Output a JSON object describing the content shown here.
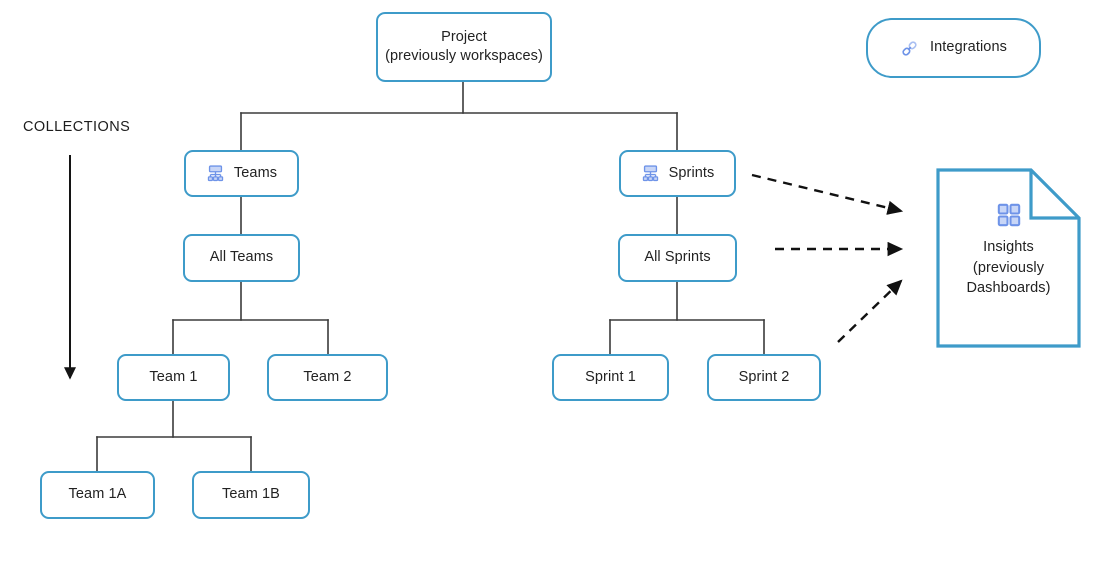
{
  "diagram": {
    "title_text": "COLLECTIONS",
    "colors": {
      "node_border": "#3E9BC9",
      "node_fill": "#FFFFFF",
      "connector": "#3b3b3b",
      "dashed_arrow": "#111111",
      "icon_blue": "#6E93E8",
      "icon_blue_light": "#A9BFF2",
      "text": "#222222"
    },
    "annotations": [
      {
        "name": "collections",
        "label": "COLLECTIONS",
        "arrow_direction": "down"
      }
    ],
    "nodes": [
      {
        "id": "project",
        "label": "Project\n(previously workspaces)",
        "icon": null,
        "shape": "rounded-rect"
      },
      {
        "id": "integrations",
        "label": "Integrations",
        "icon": "link-icon",
        "shape": "pill"
      },
      {
        "id": "teams",
        "label": "Teams",
        "icon": "hierarchy-icon",
        "shape": "rounded-rect"
      },
      {
        "id": "sprints",
        "label": "Sprints",
        "icon": "hierarchy-icon",
        "shape": "rounded-rect"
      },
      {
        "id": "all-teams",
        "label": "All Teams",
        "icon": null,
        "shape": "rounded-rect"
      },
      {
        "id": "all-sprints",
        "label": "All Sprints",
        "icon": null,
        "shape": "rounded-rect"
      },
      {
        "id": "team-1",
        "label": "Team 1",
        "icon": null,
        "shape": "rounded-rect"
      },
      {
        "id": "team-2",
        "label": "Team 2",
        "icon": null,
        "shape": "rounded-rect"
      },
      {
        "id": "sprint-1",
        "label": "Sprint 1",
        "icon": null,
        "shape": "rounded-rect"
      },
      {
        "id": "sprint-2",
        "label": "Sprint 2",
        "icon": null,
        "shape": "rounded-rect"
      },
      {
        "id": "team-1a",
        "label": "Team 1A",
        "icon": null,
        "shape": "rounded-rect"
      },
      {
        "id": "team-1b",
        "label": "Team 1B",
        "icon": null,
        "shape": "rounded-rect"
      },
      {
        "id": "insights",
        "label": "Insights\n(previously\nDashboards)",
        "icon": "dashboard-grid-icon",
        "shape": "document"
      }
    ],
    "edges": [
      {
        "from": "project",
        "to": "teams",
        "style": "solid"
      },
      {
        "from": "project",
        "to": "sprints",
        "style": "solid"
      },
      {
        "from": "teams",
        "to": "all-teams",
        "style": "solid"
      },
      {
        "from": "sprints",
        "to": "all-sprints",
        "style": "solid"
      },
      {
        "from": "all-teams",
        "to": "team-1",
        "style": "solid"
      },
      {
        "from": "all-teams",
        "to": "team-2",
        "style": "solid"
      },
      {
        "from": "all-sprints",
        "to": "sprint-1",
        "style": "solid"
      },
      {
        "from": "all-sprints",
        "to": "sprint-2",
        "style": "solid"
      },
      {
        "from": "team-1",
        "to": "team-1a",
        "style": "solid"
      },
      {
        "from": "team-1",
        "to": "team-1b",
        "style": "solid"
      },
      {
        "from": "sprints",
        "to": "insights",
        "style": "dashed-arrow"
      },
      {
        "from": "all-sprints",
        "to": "insights",
        "style": "dashed-arrow"
      },
      {
        "from": "sprint-2",
        "to": "insights",
        "style": "dashed-arrow"
      }
    ],
    "labels": {
      "project": "Project\n(previously workspaces)",
      "integrations": "Integrations",
      "teams": "Teams",
      "sprints": "Sprints",
      "all_teams": "All Teams",
      "all_sprints": "All Sprints",
      "team_1": "Team 1",
      "team_2": "Team 2",
      "sprint_1": "Sprint 1",
      "sprint_2": "Sprint 2",
      "team_1a": "Team 1A",
      "team_1b": "Team 1B",
      "insights": "Insights\n(previously\nDashboards)"
    }
  }
}
